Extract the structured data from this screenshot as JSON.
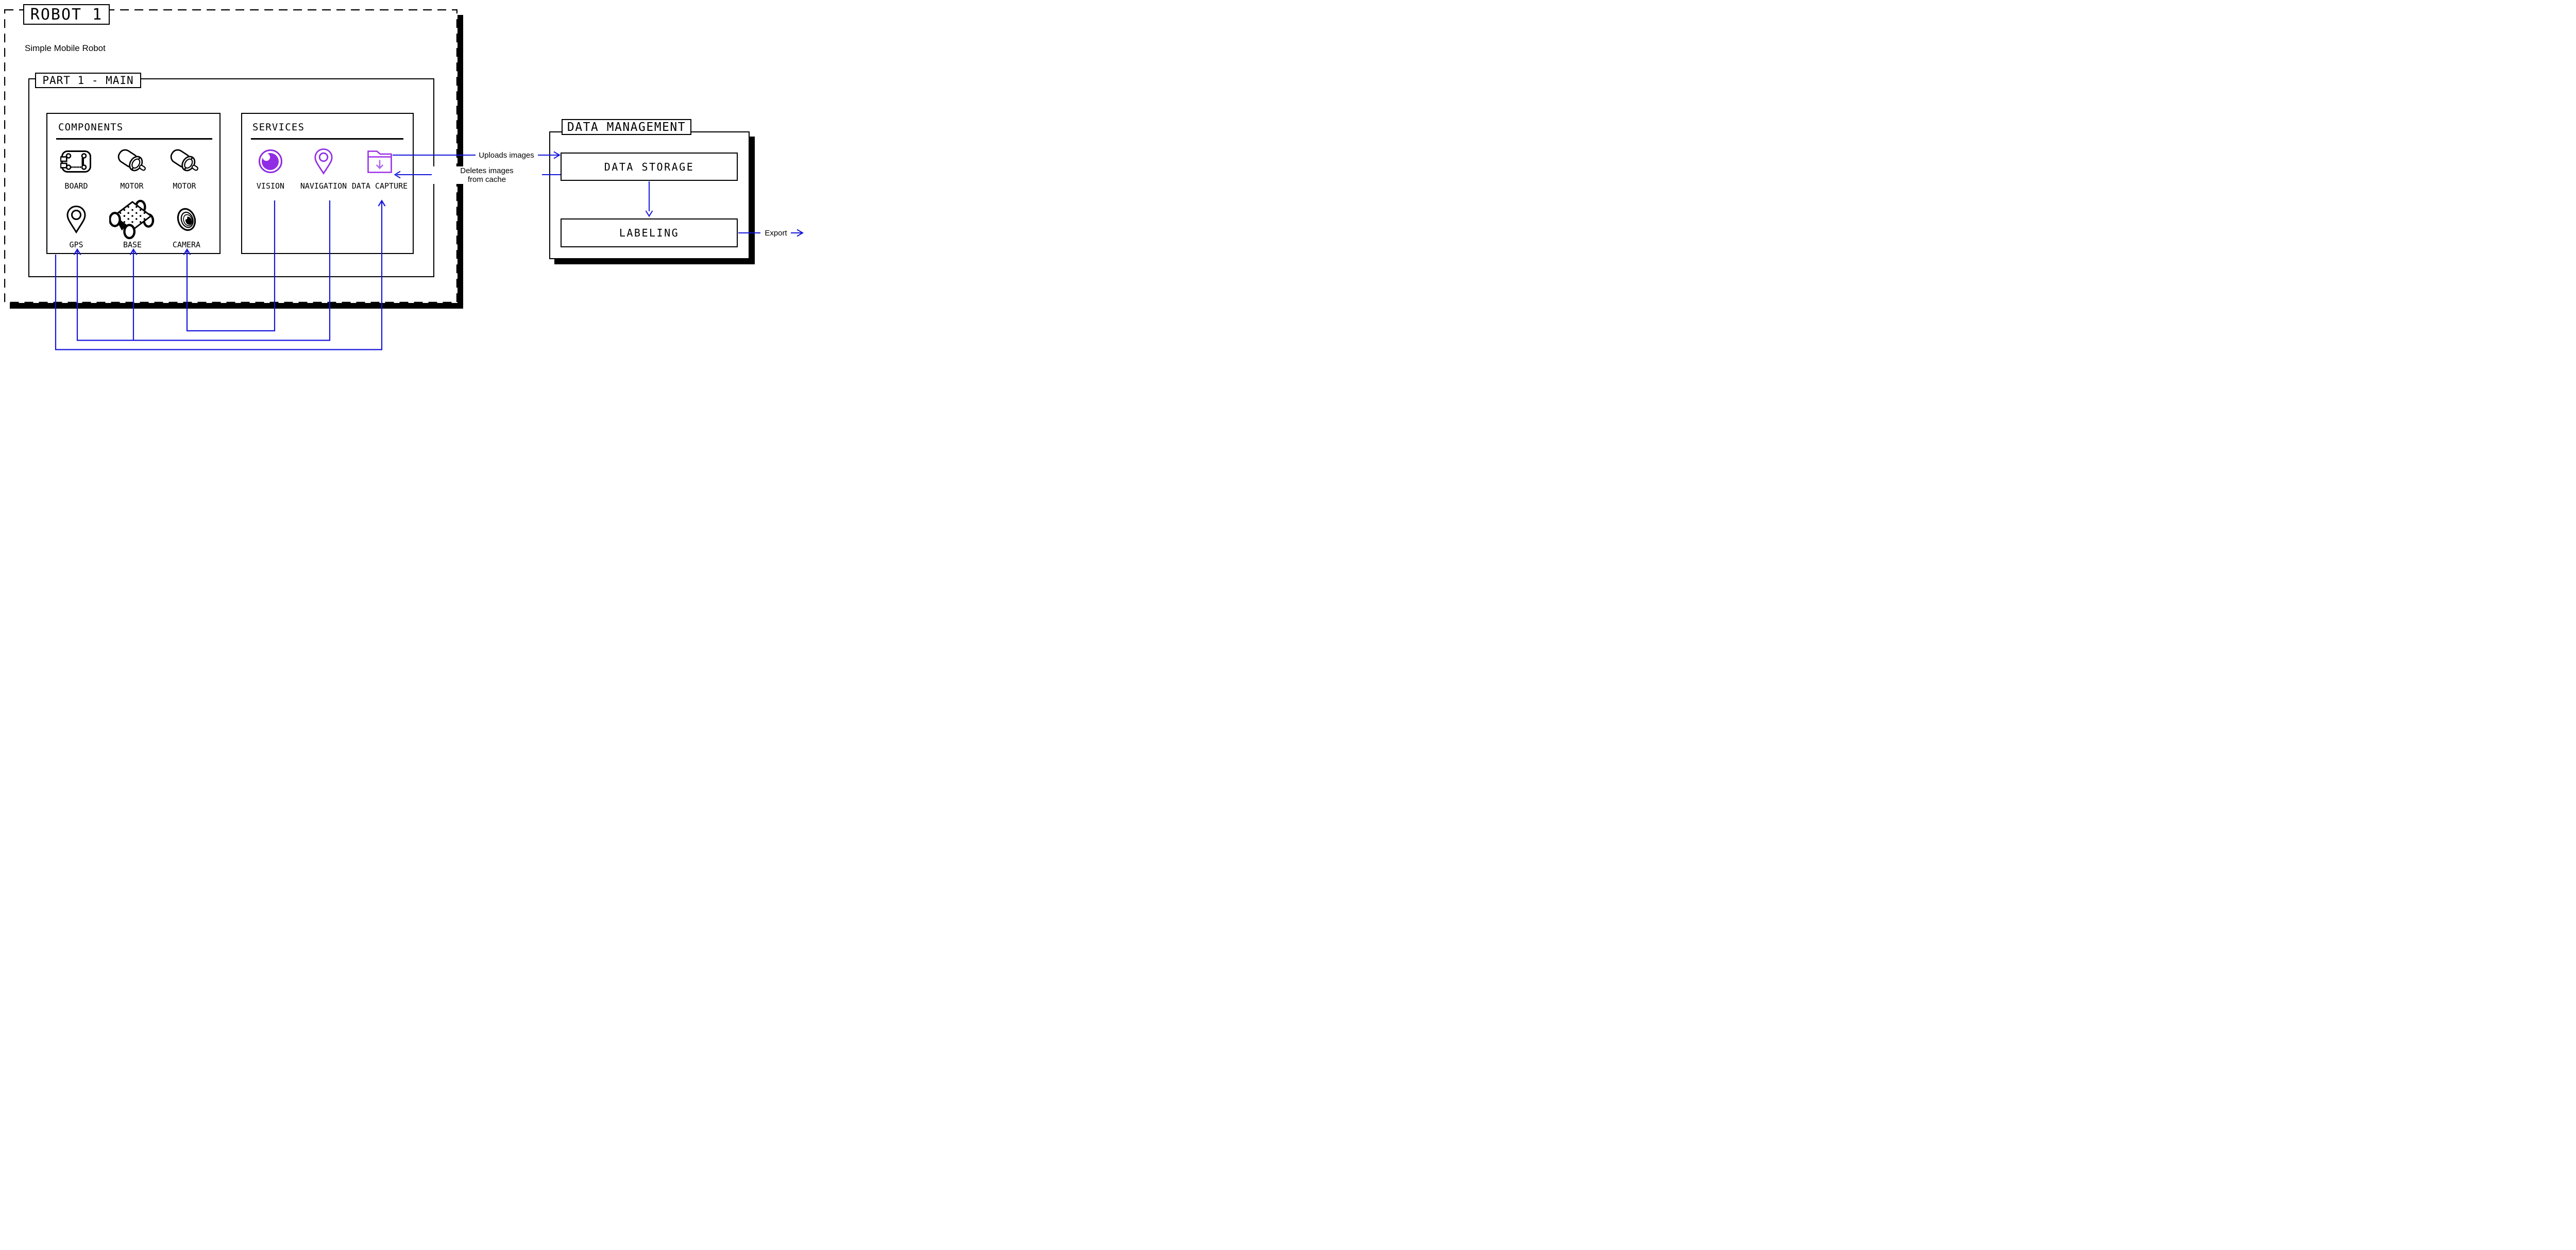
{
  "colors": {
    "wire_blue": "#1414dc",
    "icon_purple": "#8f2ce4",
    "icon_purple_light": "#a968f0",
    "line_black": "#000000",
    "background": "#ffffff"
  },
  "robot": {
    "tag": "ROBOT 1",
    "subtitle": "Simple Mobile Robot",
    "part": {
      "tag": "PART 1 - MAIN",
      "components": {
        "title": "COMPONENTS",
        "items": [
          {
            "icon": "board-icon",
            "label": "BOARD"
          },
          {
            "icon": "motor-icon",
            "label": "MOTOR"
          },
          {
            "icon": "motor-icon",
            "label": "MOTOR"
          },
          {
            "icon": "gps-icon",
            "label": "GPS"
          },
          {
            "icon": "base-icon",
            "label": "BASE"
          },
          {
            "icon": "camera-icon",
            "label": "CAMERA"
          }
        ]
      },
      "services": {
        "title": "SERVICES",
        "items": [
          {
            "icon": "vision-icon",
            "label": "VISION"
          },
          {
            "icon": "navigation-icon",
            "label": "NAVIGATION"
          },
          {
            "icon": "data-capture-icon",
            "label": "DATA CAPTURE"
          }
        ]
      }
    }
  },
  "data_management": {
    "tag": "DATA MANAGEMENT",
    "storage_label": "DATA STORAGE",
    "labeling_label": "LABELING"
  },
  "connections": {
    "uploads_label": "Uploads images",
    "deletes_label": "Deletes images from cache",
    "export_label": "Export"
  }
}
